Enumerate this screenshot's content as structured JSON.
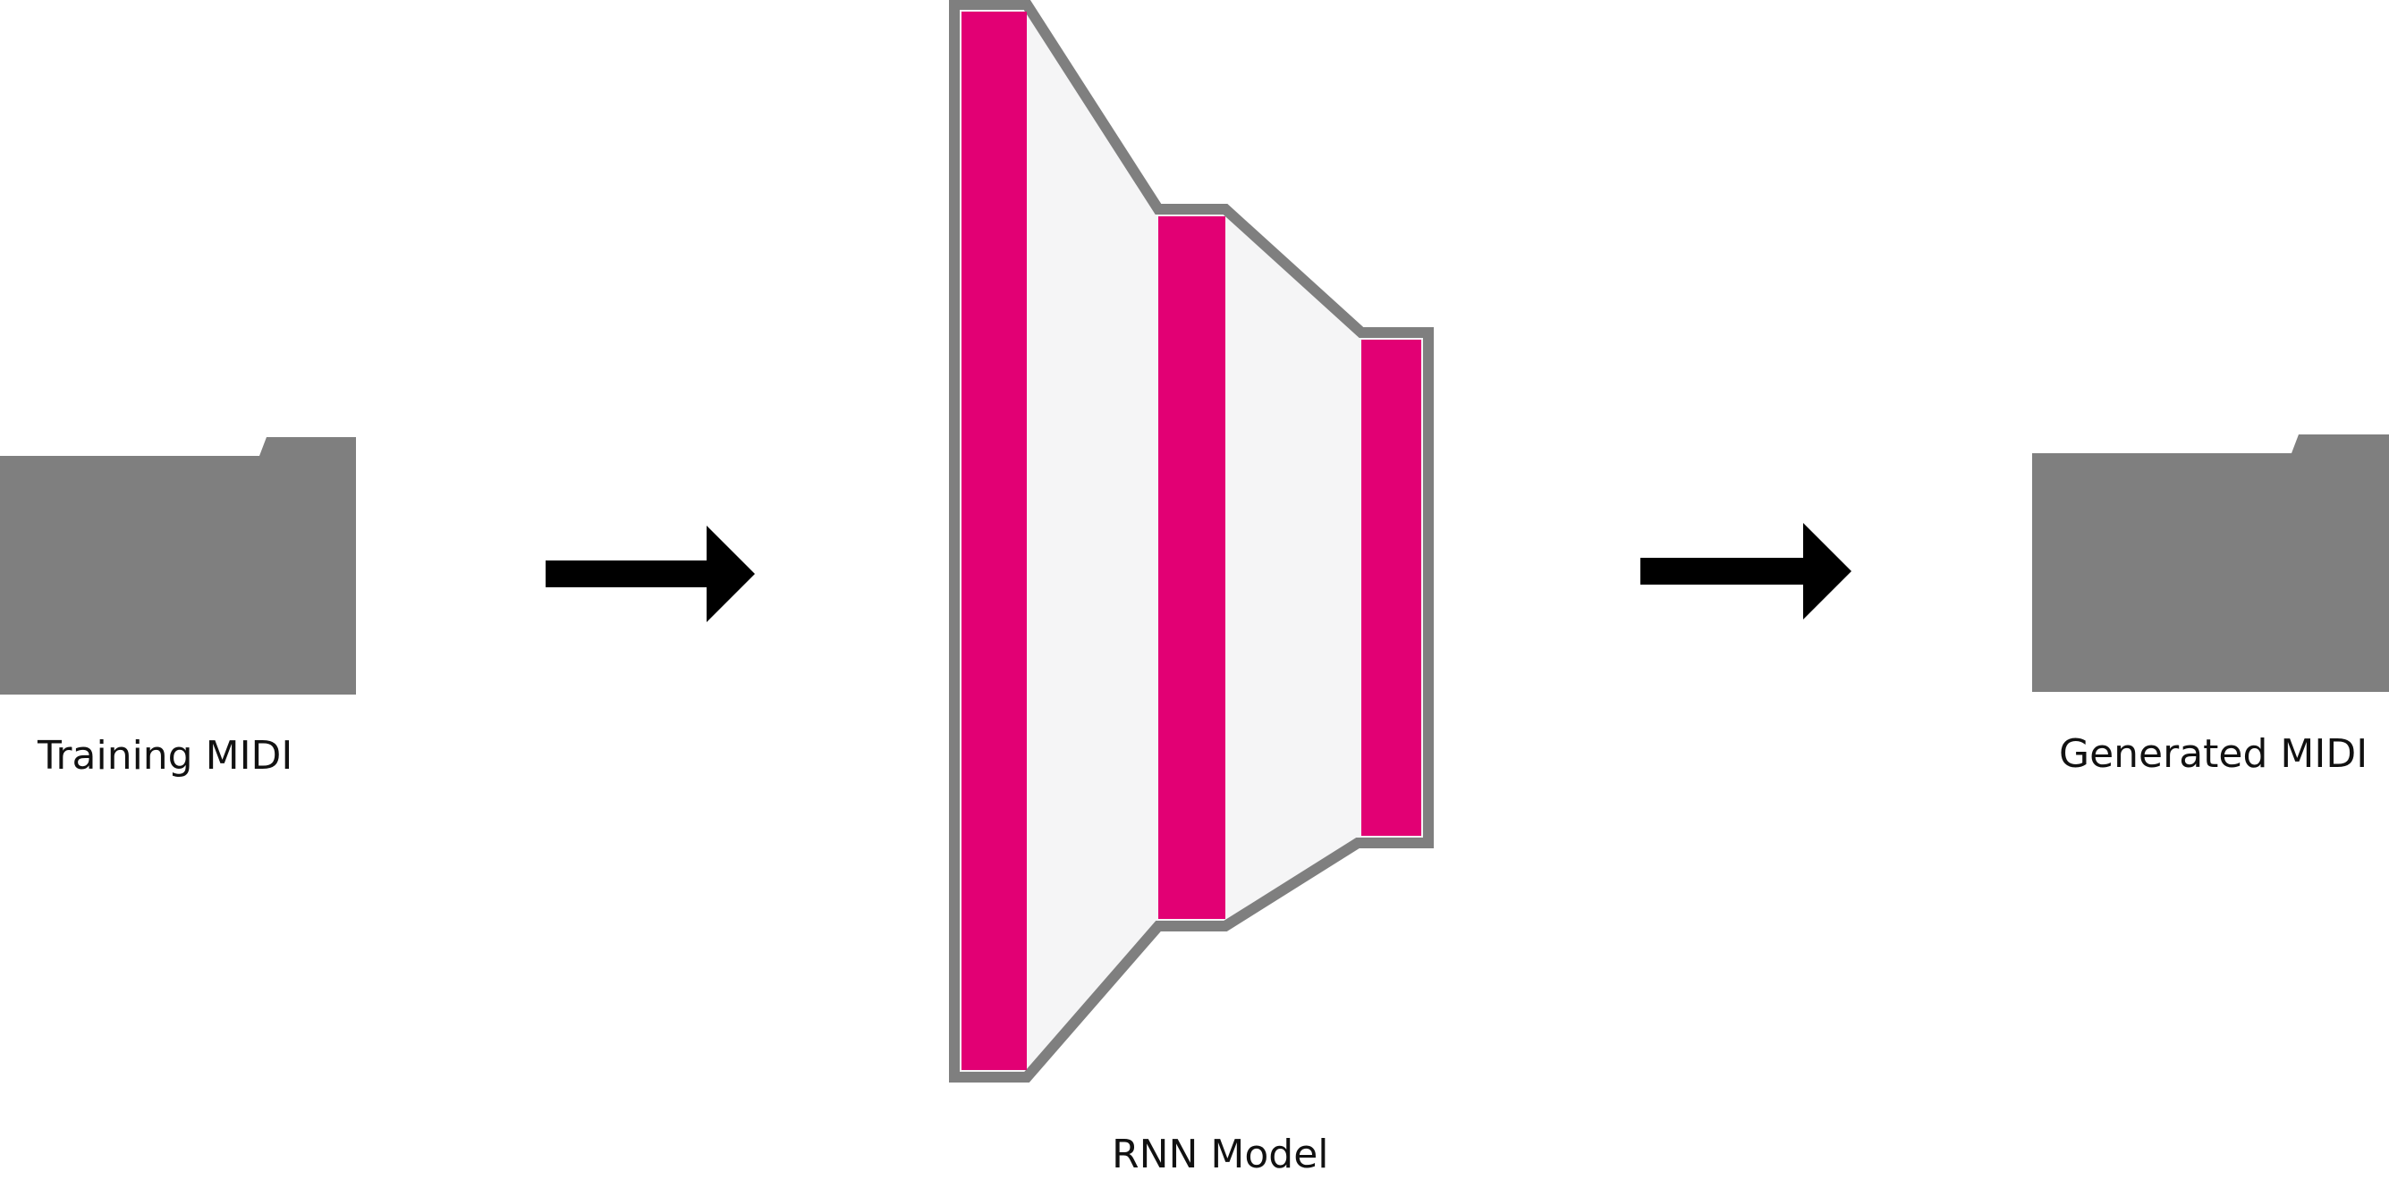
{
  "labels": {
    "input": "Training MIDI",
    "model": "RNN Model",
    "output": "Generated MIDI"
  },
  "icons": {
    "input": "folder-icon",
    "output": "folder-icon",
    "arrows": "right-arrow-icon"
  },
  "colors": {
    "folder": "#7f7f7f",
    "arrow": "#000000",
    "layer": "#e20074",
    "model_body": "#f5f5f6",
    "model_outline": "#7f7f7f",
    "text": "#111111",
    "background": "#ffffff"
  }
}
